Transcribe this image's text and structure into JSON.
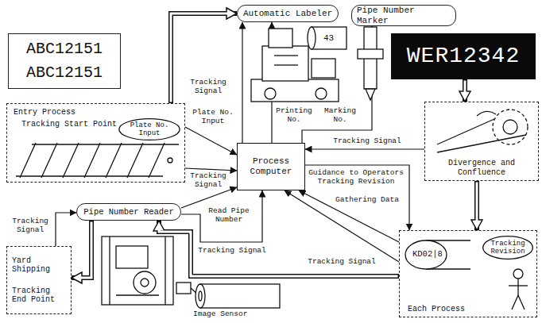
{
  "diagram": {
    "nodes": [
      {
        "text": [
          "ABC12151",
          "ABC12151"
        ]
      },
      {
        "text": [
          "Automatic Labeler"
        ]
      },
      {
        "text": [
          "Pipe Number Marker"
        ]
      },
      {
        "text": [
          "WER12342"
        ]
      },
      {
        "text": [
          "Entry Process",
          "Tracking Start Point"
        ]
      },
      {
        "text": [
          "Plate No. Input"
        ],
        "in": 4
      },
      {
        "text": [
          "Process Computer"
        ]
      },
      {
        "text": [
          "Divergence and Confluence"
        ]
      },
      {
        "text": [
          "Pipe Number Reader"
        ]
      },
      {
        "text": [
          "Yard Shipping",
          "Tracking End Point"
        ]
      },
      {
        "text": [
          "Each Process"
        ]
      },
      {
        "text": [
          "Tracking Revision"
        ],
        "in": 10
      }
    ],
    "edges": [
      {
        "from": 4,
        "to": 1,
        "arrow": "to"
      },
      {
        "from": 4,
        "to": 6,
        "label": "Plate No. Input",
        "arrow": "to"
      },
      {
        "from": 4,
        "to": 6,
        "label": "Tracking Signal",
        "arrow": "to"
      },
      {
        "from": 6,
        "to": 1,
        "label": "Tracking Signal",
        "arrow": "to"
      },
      {
        "from": 6,
        "to": 1,
        "label": "Printing No.",
        "arrow": "to"
      },
      {
        "from": 6,
        "to": 2,
        "label": "Marking No.",
        "arrow": "to"
      },
      {
        "from": 7,
        "to": 6,
        "label": "Tracking Signal",
        "arrow": "to"
      },
      {
        "from": 6,
        "to": 10,
        "label": "Guidance to Operators Tracking Revision",
        "arrow": "to"
      },
      {
        "from": 10,
        "to": 6,
        "label": "Gathering Data",
        "arrow": "to"
      },
      {
        "from": 10,
        "to": 6,
        "label": "Tracking Signal",
        "arrow": "to"
      },
      {
        "from": 8,
        "to": 6,
        "label": "Read Pipe Number",
        "arrow": "to"
      },
      {
        "from": 8,
        "to": 6,
        "label": "Tracking Signal",
        "arrow": "to"
      },
      {
        "from": 9,
        "to": 8,
        "label": "Tracking Signal",
        "arrow": "to"
      },
      {
        "from": 8,
        "to": 9,
        "arrow": "to"
      },
      {
        "from": 10,
        "to": 8,
        "arrow": "to"
      },
      {
        "from": 7,
        "to": 10,
        "arrow": "to"
      },
      {
        "from": 3,
        "to": 7,
        "arrow": "to"
      }
    ],
    "labels": [
      "43",
      "KD02|8",
      "Image Sensor"
    ]
  }
}
